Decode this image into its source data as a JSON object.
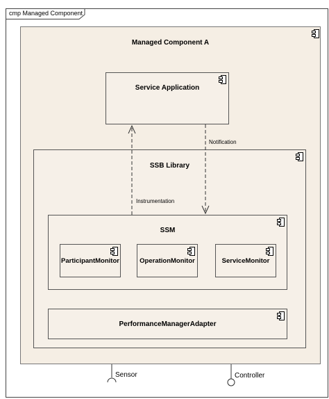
{
  "frame": {
    "label": "cmp Managed Component"
  },
  "components": {
    "managed_component": "Managed Component A",
    "service_application": "Service Application",
    "ssb_library": "SSB Library",
    "ssm": "SSM",
    "participant_monitor": "ParticipantMonitor",
    "operation_monitor": "OperationMonitor",
    "service_monitor": "ServiceMonitor",
    "performance_manager_adapter": "PerformanceManagerAdapter"
  },
  "connectors": {
    "notification": "Notification",
    "instrumentation": "Instrumentation"
  },
  "ports": {
    "sensor": "Sensor",
    "controller": "Controller"
  },
  "colors": {
    "component_fill": "#f6f0e8",
    "outer_fill": "#f5eee4",
    "border": "#555555"
  }
}
